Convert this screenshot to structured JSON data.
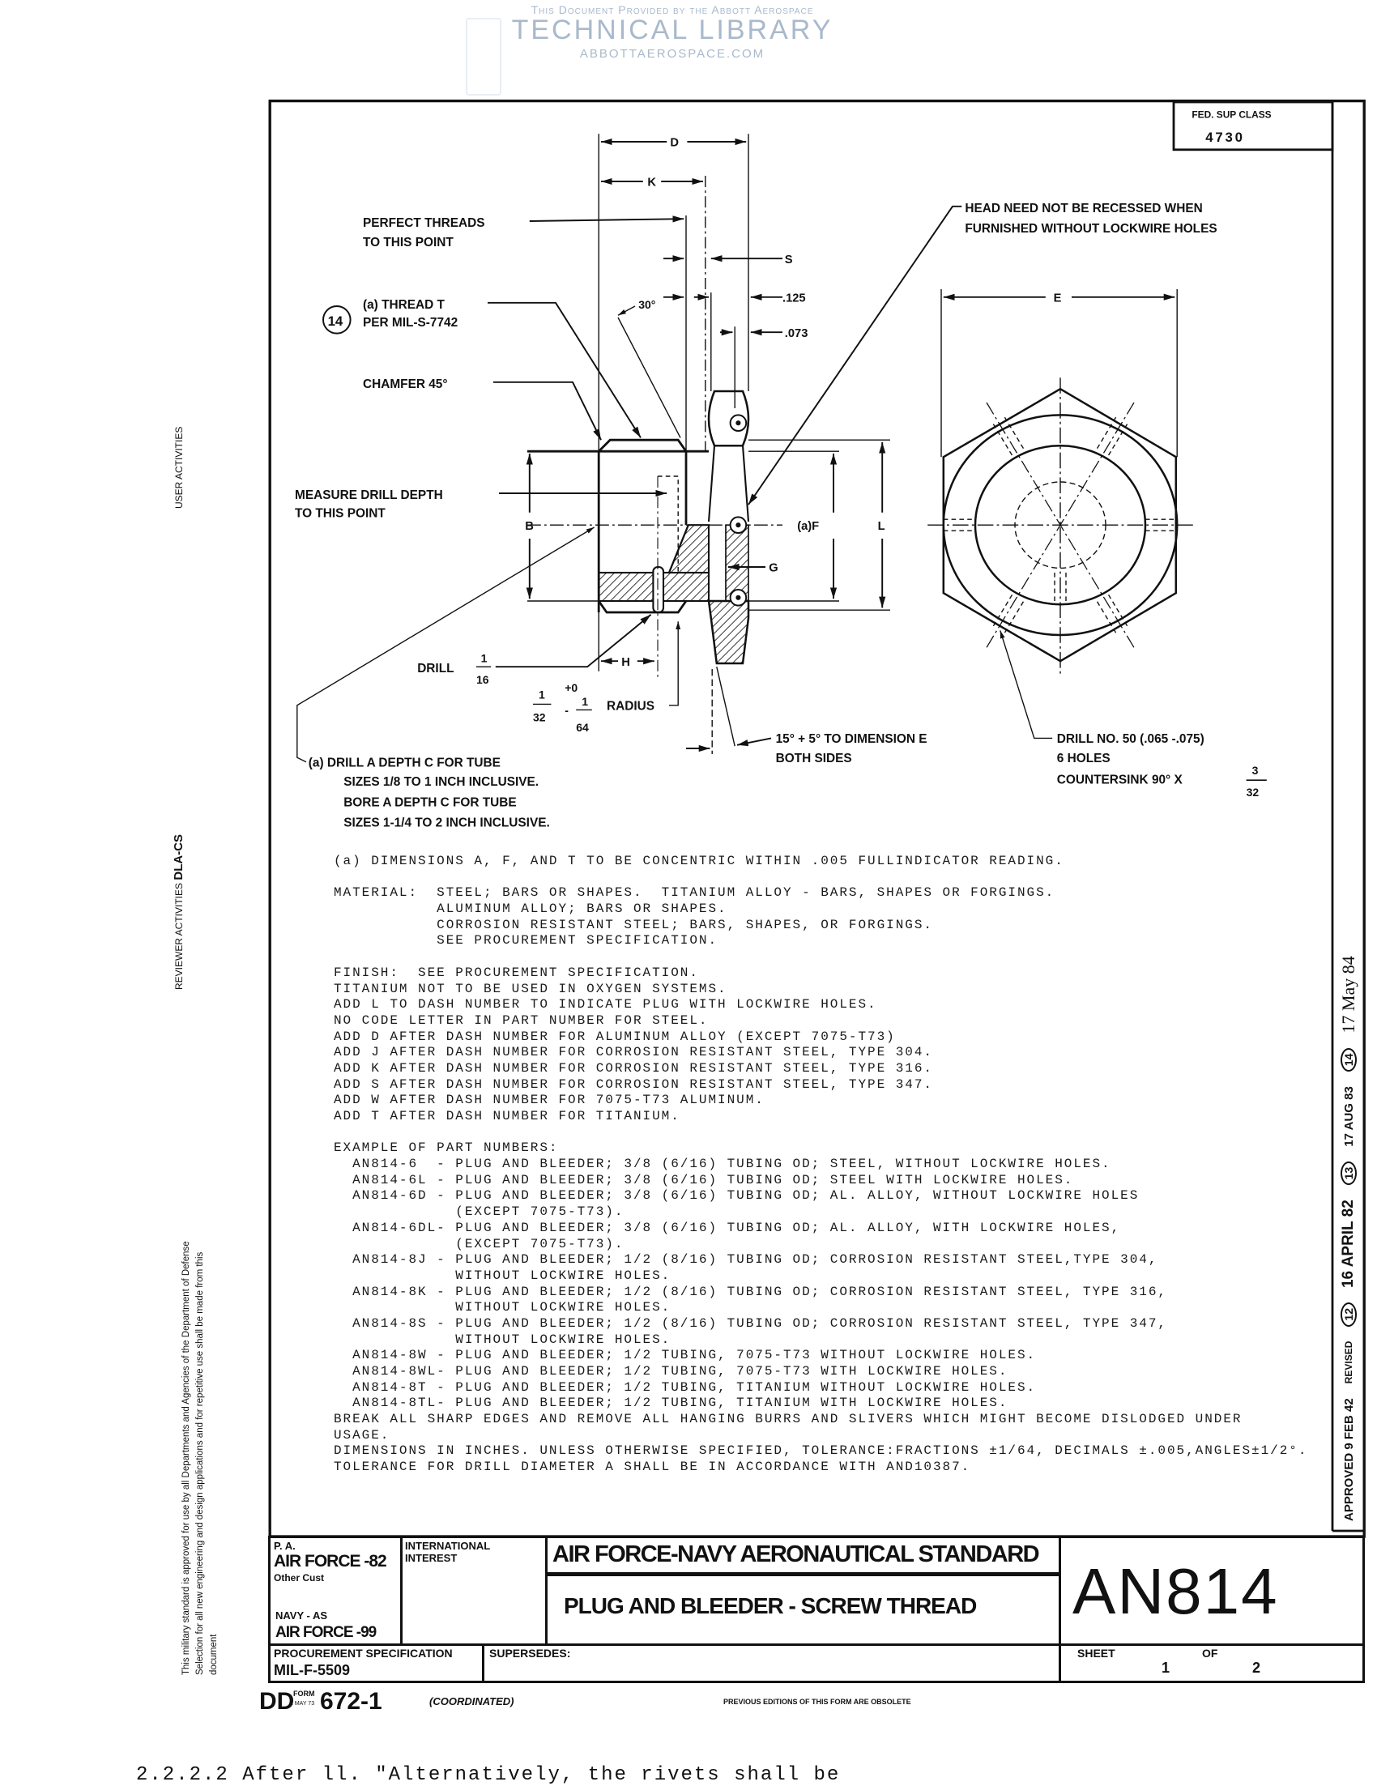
{
  "watermark": {
    "line1": "This Document Provided by the  Abbott Aerospace",
    "title": "TECHNICAL LIBRARY",
    "url": "ABBOTTAEROSPACE.COM"
  },
  "fed_sup_class": {
    "label": "FED. SUP CLASS",
    "value": "4730"
  },
  "drawing": {
    "dim_d": "D",
    "dim_k": "K",
    "dim_s": "S",
    "dim_125": ".125",
    "dim_073": ".073",
    "angle_30": "30°",
    "perfect_threads_1": "PERFECT THREADS",
    "perfect_threads_2": "TO THIS POINT",
    "thread_t_1": "(a) THREAD T",
    "thread_t_2": "PER MIL-S-7742",
    "rev_marker": "14",
    "chamfer": "CHAMFER  45°",
    "measure_1": "MEASURE DRILL DEPTH",
    "measure_2": "TO THIS POINT",
    "dim_b": "B",
    "dim_f": "(a)F",
    "dim_l": "L",
    "dim_g": "G",
    "dim_h": "H",
    "drill": "DRILL",
    "drill_num": "1",
    "drill_den": "16",
    "radius_num": "1",
    "radius_den": "32",
    "tol_plus": "+0",
    "tol_minus": "-",
    "tol_num": "1",
    "tol_den": "64",
    "radius": "RADIUS",
    "angle_note_1": "15° + 5° TO DIMENSION E",
    "angle_note_2": "BOTH SIDES",
    "head_note_1": "HEAD NEED NOT BE RECESSED WHEN",
    "head_note_2": "FURNISHED WITHOUT LOCKWIRE HOLES",
    "dim_e": "E",
    "drill50_1": "DRILL NO. 50 (.065 -.075)",
    "drill50_2": "6 HOLES",
    "drill50_3": "COUNTERSINK 90° X",
    "cs_num": "3",
    "cs_den": "32",
    "note_a_1": "(a) DRILL  A  DEPTH  C  FOR TUBE",
    "note_a_2": "SIZES 1/8 TO 1 INCH INCLUSIVE.",
    "note_a_3": "BORE  A  DEPTH  C  FOR TUBE",
    "note_a_4": "SIZES 1-1/4 TO 2 INCH INCLUSIVE."
  },
  "notes": {
    "lines": [
      "(a) DIMENSIONS A, F, AND T TO BE CONCENTRIC WITHIN .005 FULLINDICATOR READING.",
      "",
      "MATERIAL:  STEEL; BARS OR SHAPES.  TITANIUM ALLOY - BARS, SHAPES OR FORGINGS.",
      "           ALUMINUM ALLOY; BARS OR SHAPES.",
      "           CORROSION RESISTANT STEEL; BARS, SHAPES, OR FORGINGS.",
      "           SEE PROCUREMENT SPECIFICATION.",
      "",
      "FINISH:  SEE PROCUREMENT SPECIFICATION.",
      "TITANIUM NOT TO BE USED IN OXYGEN SYSTEMS.",
      "ADD L TO DASH NUMBER TO INDICATE PLUG WITH LOCKWIRE HOLES.",
      "NO CODE LETTER IN PART NUMBER FOR STEEL.",
      "ADD D AFTER DASH NUMBER FOR ALUMINUM ALLOY (EXCEPT 7075-T73)",
      "ADD J AFTER DASH NUMBER FOR CORROSION RESISTANT STEEL, TYPE 304.",
      "ADD K AFTER DASH NUMBER FOR CORROSION RESISTANT STEEL, TYPE 316.",
      "ADD S AFTER DASH NUMBER FOR CORROSION RESISTANT STEEL, TYPE 347.",
      "ADD W AFTER DASH NUMBER FOR 7075-T73 ALUMINUM.",
      "ADD T AFTER DASH NUMBER FOR TITANIUM.",
      "",
      "EXAMPLE OF PART NUMBERS:",
      "  AN814-6  - PLUG AND BLEEDER; 3/8 (6/16) TUBING OD; STEEL, WITHOUT LOCKWIRE HOLES.",
      "  AN814-6L - PLUG AND BLEEDER; 3/8 (6/16) TUBING OD; STEEL WITH LOCKWIRE HOLES.",
      "  AN814-6D - PLUG AND BLEEDER; 3/8 (6/16) TUBING OD; AL. ALLOY, WITHOUT LOCKWIRE HOLES",
      "             (EXCEPT 7075-T73).",
      "  AN814-6DL- PLUG AND BLEEDER; 3/8 (6/16) TUBING OD; AL. ALLOY, WITH LOCKWIRE HOLES,",
      "             (EXCEPT 7075-T73).",
      "  AN814-8J - PLUG AND BLEEDER; 1/2 (8/16) TUBING OD; CORROSION RESISTANT STEEL,TYPE 304,",
      "             WITHOUT LOCKWIRE HOLES.",
      "  AN814-8K - PLUG AND BLEEDER; 1/2 (8/16) TUBING OD; CORROSION RESISTANT STEEL, TYPE 316,",
      "             WITHOUT LOCKWIRE HOLES.",
      "  AN814-8S - PLUG AND BLEEDER; 1/2 (8/16) TUBING OD; CORROSION RESISTANT STEEL, TYPE 347,",
      "             WITHOUT LOCKWIRE HOLES.",
      "  AN814-8W - PLUG AND BLEEDER; 1/2 TUBING, 7075-T73 WITHOUT LOCKWIRE HOLES.",
      "  AN814-8WL- PLUG AND BLEEDER; 1/2 TUBING, 7075-T73 WITH LOCKWIRE HOLES.",
      "  AN814-8T - PLUG AND BLEEDER; 1/2 TUBING, TITANIUM WITHOUT LOCKWIRE HOLES.",
      "  AN814-8TL- PLUG AND BLEEDER; 1/2 TUBING, TITANIUM WITH LOCKWIRE HOLES.",
      "BREAK ALL SHARP EDGES AND REMOVE ALL HANGING BURRS AND SLIVERS WHICH MIGHT BECOME DISLODGED UNDER",
      "USAGE.",
      "DIMENSIONS IN INCHES. UNLESS OTHERWISE SPECIFIED, TOLERANCE:FRACTIONS ±1/64, DECIMALS ±.005,ANGLES±1/2°.",
      "TOLERANCE FOR DRILL DIAMETER A SHALL BE IN ACCORDANCE WITH AND10387."
    ]
  },
  "revisions": {
    "approved": "APPROVED  9  FEB  42",
    "revised_label": "REVISED",
    "items": [
      {
        "marker": "12",
        "date": "16 APRIL 82"
      },
      {
        "marker": "13",
        "date": "17 AUG 83"
      },
      {
        "marker": "14",
        "date": "17 May 84"
      }
    ]
  },
  "margin": {
    "user_activities": "USER ACTIVITIES",
    "reviewer_activities": "REVIEWER ACTIVITIES",
    "reviewer_code": "DLA-CS",
    "approval_1": "This military standard is approved for use by all Departments and Agencies of the Department of Defense",
    "approval_2": "Selection for all new engineering and design applications and for repetitive use shall be made from this",
    "approval_3": "document"
  },
  "title_block": {
    "pa_label": "P. A.",
    "pa_value": "AIR FORCE -82",
    "other_cust": "Other Cust",
    "navy": "NAVY  -  AS",
    "air_force_99": "AIR FORCE -99",
    "intl_1": "INTERNATIONAL",
    "intl_2": "INTEREST",
    "standard": "AIR FORCE-NAVY AERONAUTICAL STANDARD",
    "title": "PLUG AND BLEEDER - SCREW THREAD",
    "number": "AN814",
    "proc_label": "PROCUREMENT SPECIFICATION",
    "proc_value": "MIL-F-5509",
    "supersedes": "SUPERSEDES:",
    "sheet_label": "SHEET",
    "sheet": "1",
    "of_label": "OF",
    "sheets": "2"
  },
  "form": {
    "dd": "DD",
    "form_label": "FORM",
    "form_date": "1 MAY 73",
    "number": "672-1",
    "coordinated": "(COORDINATED)",
    "obsolete": "PREVIOUS EDITIONS OF THIS FORM ARE OBSOLETE"
  },
  "footer_fragment": "2.2.2.2  After         ll.  \"Alternatively, the rivets shall be"
}
